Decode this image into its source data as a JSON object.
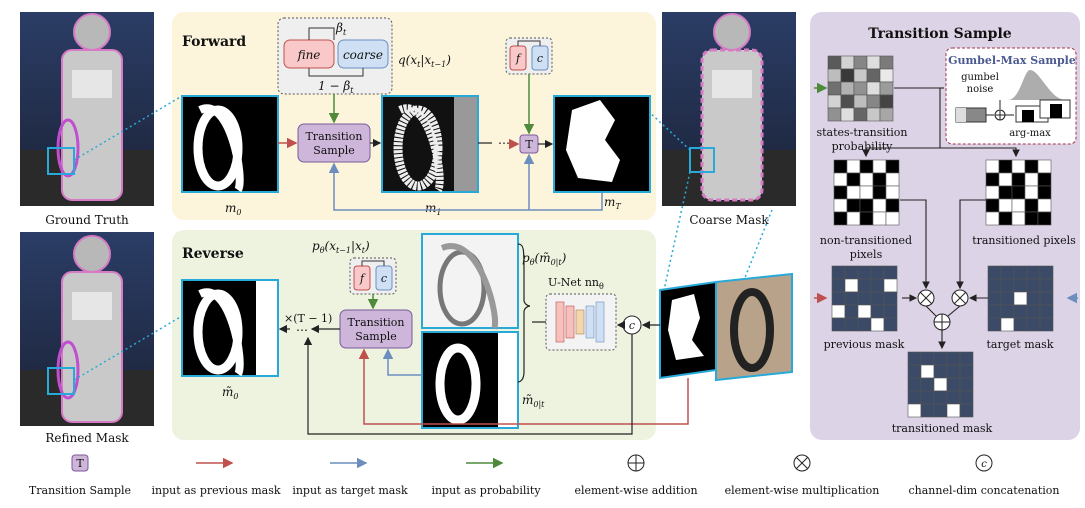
{
  "images": {
    "ground_truth": "Ground Truth",
    "refined_mask": "Refined Mask",
    "coarse_mask": "Coarse Mask"
  },
  "forward": {
    "title": "Forward",
    "box_fine": "fine",
    "box_coarse": "coarse",
    "beta": "β",
    "beta_sub": "t",
    "one_minus": "1 − β",
    "q_expr": "q(x",
    "q_sub1": "t",
    "q_mid": "|x",
    "q_sub2": "t−1",
    "q_end": ")",
    "f_label": "f",
    "c_label": "c",
    "transition_line1": "Transition",
    "transition_line2": "Sample",
    "t_label": "T",
    "dots": "⋯",
    "m0": "m",
    "m0_sub": "0",
    "m1": "m",
    "m1_sub": "1",
    "mT": "m",
    "mT_sub": "T"
  },
  "reverse": {
    "title": "Reverse",
    "p_expr": "p",
    "p_theta": "θ",
    "p_args": "(x",
    "p_sub1": "t−1",
    "p_mid": "|x",
    "p_sub2": "t",
    "p_end": ")",
    "p2_args": "(m̃",
    "p2_sub": "0|t",
    "p2_end": ")",
    "f_label": "f",
    "c_label": "c",
    "transition_line1": "Transition",
    "transition_line2": "Sample",
    "times": "×(T − 1)",
    "unet": "U-Net nn",
    "unet_sub": "θ",
    "concat": "c",
    "mt0": "m̃",
    "mt0_sub": "0",
    "mt0t": "m̃",
    "mt0t_sub": "0|t"
  },
  "transition_panel": {
    "title": "Transition Sample",
    "gumbel_title": "Gumbel-Max Sample",
    "gumbel_line1": "gumbel",
    "gumbel_line2": "noise",
    "argmax": "arg-max",
    "states_line1": "states-transition",
    "states_line2": "probability",
    "nontrans_line1": "non-transitioned",
    "nontrans_line2": "pixels",
    "trans_pixels": "transitioned pixels",
    "previous_mask": "previous mask",
    "target_mask": "target mask",
    "transitioned_mask": "transitioned mask",
    "prob_grid": [
      [
        0.75,
        0.2,
        0.55,
        0.15,
        0.6
      ],
      [
        0.3,
        0.9,
        0.25,
        0.7,
        0.1
      ],
      [
        0.65,
        0.35,
        0.5,
        0.15,
        0.45
      ],
      [
        0.2,
        0.8,
        0.3,
        0.55,
        0.85
      ],
      [
        0.5,
        0.15,
        0.7,
        0.25,
        0.4
      ]
    ],
    "nontrans_grid": [
      [
        1,
        0,
        1,
        0,
        1
      ],
      [
        0,
        1,
        0,
        1,
        0
      ],
      [
        1,
        0,
        0,
        1,
        0
      ],
      [
        0,
        1,
        1,
        0,
        1
      ],
      [
        1,
        0,
        1,
        0,
        0
      ]
    ],
    "trans_grid": [
      [
        0,
        1,
        0,
        1,
        0
      ],
      [
        1,
        0,
        1,
        0,
        1
      ],
      [
        0,
        1,
        1,
        0,
        1
      ],
      [
        1,
        0,
        0,
        1,
        0
      ],
      [
        0,
        1,
        0,
        1,
        1
      ]
    ],
    "prev_grid": [
      [
        1,
        1,
        1,
        1,
        1
      ],
      [
        1,
        0,
        1,
        1,
        0
      ],
      [
        1,
        1,
        1,
        1,
        1
      ],
      [
        0,
        1,
        0,
        1,
        1
      ],
      [
        1,
        1,
        1,
        0,
        1
      ]
    ],
    "target_grid": [
      [
        1,
        1,
        1,
        1,
        1
      ],
      [
        1,
        1,
        1,
        1,
        1
      ],
      [
        1,
        1,
        0,
        1,
        1
      ],
      [
        1,
        1,
        1,
        1,
        1
      ],
      [
        1,
        0,
        1,
        1,
        1
      ]
    ],
    "result_grid": [
      [
        1,
        1,
        1,
        1,
        1
      ],
      [
        1,
        0,
        1,
        1,
        1
      ],
      [
        1,
        1,
        0,
        1,
        1
      ],
      [
        1,
        1,
        1,
        1,
        1
      ],
      [
        0,
        1,
        1,
        0,
        1
      ]
    ]
  },
  "legend": {
    "t_icon": "T",
    "transition_sample": "Transition Sample",
    "prev_mask": "input as previous mask",
    "target_mask": "input as target mask",
    "probability": "input as probability",
    "addition": "element-wise addition",
    "multiplication": "element-wise multiplication",
    "concat_icon": "c",
    "concatenation": "channel-dim concatenation"
  },
  "colors": {
    "forward_bg": "#fcf5dc",
    "reverse_bg": "#eef3e0",
    "panel_bg": "#ddd3e6",
    "cyan": "#27a9d9",
    "transition_box": "#cdb6da",
    "red_arrow": "#c0504d",
    "blue_arrow": "#6c8ebf",
    "green_arrow": "#4e8a3a",
    "navy": "#3b4a66"
  }
}
